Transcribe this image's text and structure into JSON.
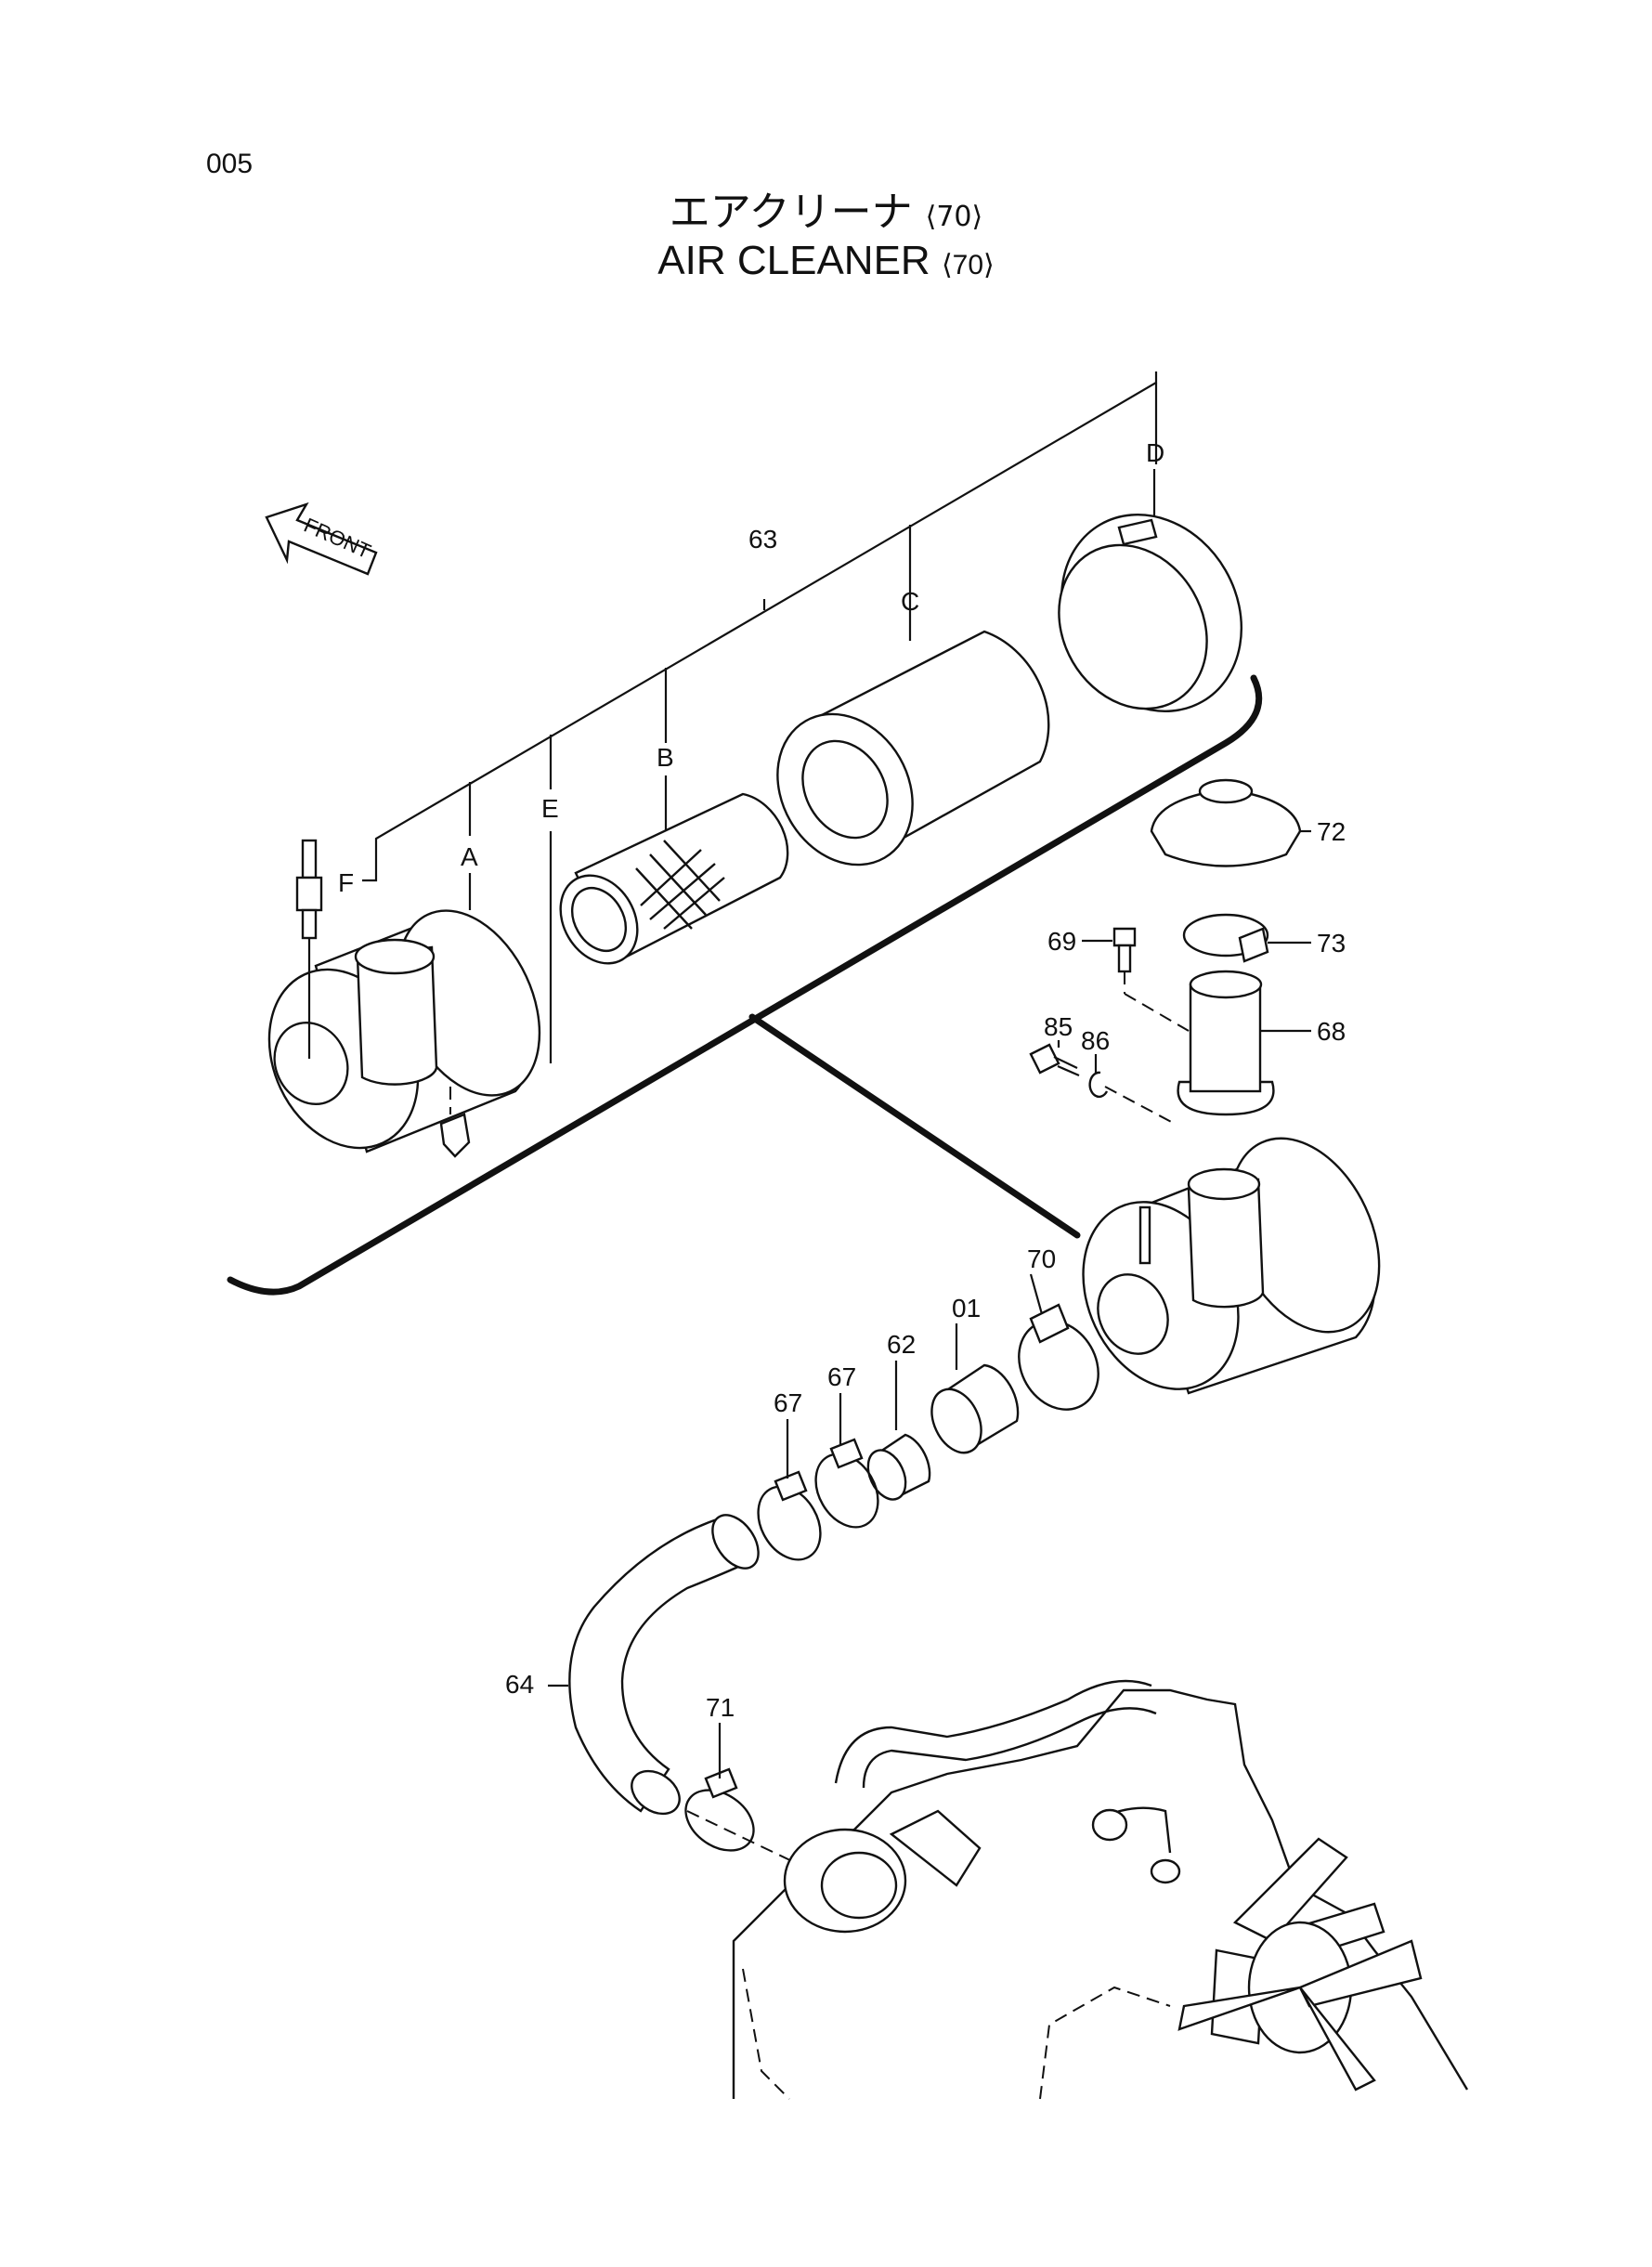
{
  "page_number": "005",
  "title": {
    "japanese": "エアクリーナ",
    "english": "AIR  CLEANER",
    "group_code": "⟨70⟩"
  },
  "front_arrow_label": "FRONT",
  "callouts": [
    {
      "id": "A",
      "label": "A"
    },
    {
      "id": "B",
      "label": "B"
    },
    {
      "id": "C",
      "label": "C"
    },
    {
      "id": "D",
      "label": "D"
    },
    {
      "id": "E",
      "label": "E"
    },
    {
      "id": "F",
      "label": "F"
    },
    {
      "id": "63",
      "label": "63"
    },
    {
      "id": "72",
      "label": "72"
    },
    {
      "id": "69",
      "label": "69"
    },
    {
      "id": "73",
      "label": "73"
    },
    {
      "id": "68",
      "label": "68"
    },
    {
      "id": "85",
      "label": "85"
    },
    {
      "id": "86",
      "label": "86"
    },
    {
      "id": "70",
      "label": "70"
    },
    {
      "id": "01",
      "label": "01"
    },
    {
      "id": "62",
      "label": "62"
    },
    {
      "id": "67a",
      "label": "67"
    },
    {
      "id": "67b",
      "label": "67"
    },
    {
      "id": "64",
      "label": "64"
    },
    {
      "id": "71",
      "label": "71"
    }
  ]
}
